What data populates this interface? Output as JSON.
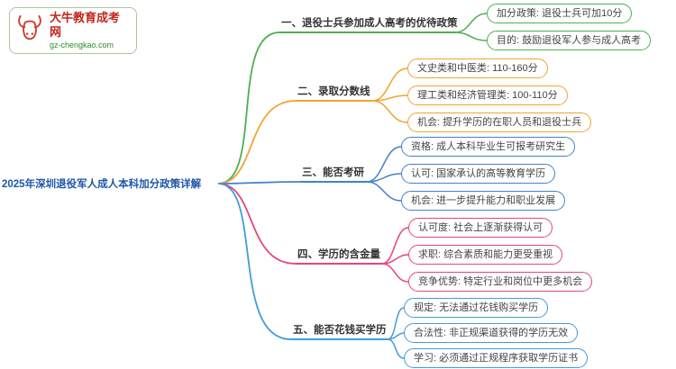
{
  "logo": {
    "icon": "bull-icon",
    "title": "大牛教育成考网",
    "subtitle": "gz-chengkao.com",
    "title_color": "#c4261d",
    "subtitle_color": "#2e8b2e"
  },
  "root": {
    "label": "2025年深圳退役军人成人本科加分政策详解",
    "color": "#1e56a8"
  },
  "branches": [
    {
      "label": "一、退役士兵参加成人高考的优待政策",
      "color": "#4caf50",
      "children": [
        "加分政策: 退役士兵可加10分",
        "目的: 鼓励退役军人参与成人高考"
      ]
    },
    {
      "label": "二、录取分数线",
      "color": "#f0a431",
      "children": [
        "文史类和中医类: 110-160分",
        "理工类和经济管理类: 100-110分",
        "机会: 提升学历的在职人员和退役士兵"
      ]
    },
    {
      "label": "三、能否考研",
      "color": "#4381c8",
      "children": [
        "资格: 成人本科毕业生可报考研究生",
        "认可: 国家承认的高等教育学历",
        "机会: 进一步提升能力和职业发展"
      ]
    },
    {
      "label": "四、学历的含金量",
      "color": "#e8447e",
      "children": [
        "认可度: 社会上逐渐获得认可",
        "求职: 综合素质和能力更受重视",
        "竞争优势: 特定行业和岗位中更多机会"
      ]
    },
    {
      "label": "五、能否花钱买学历",
      "color": "#409ddb",
      "children": [
        "规定: 无法通过花钱购买学历",
        "合法性: 非正规渠道获得的学历无效",
        "学习: 必须通过正规程序获取学历证书"
      ]
    }
  ]
}
